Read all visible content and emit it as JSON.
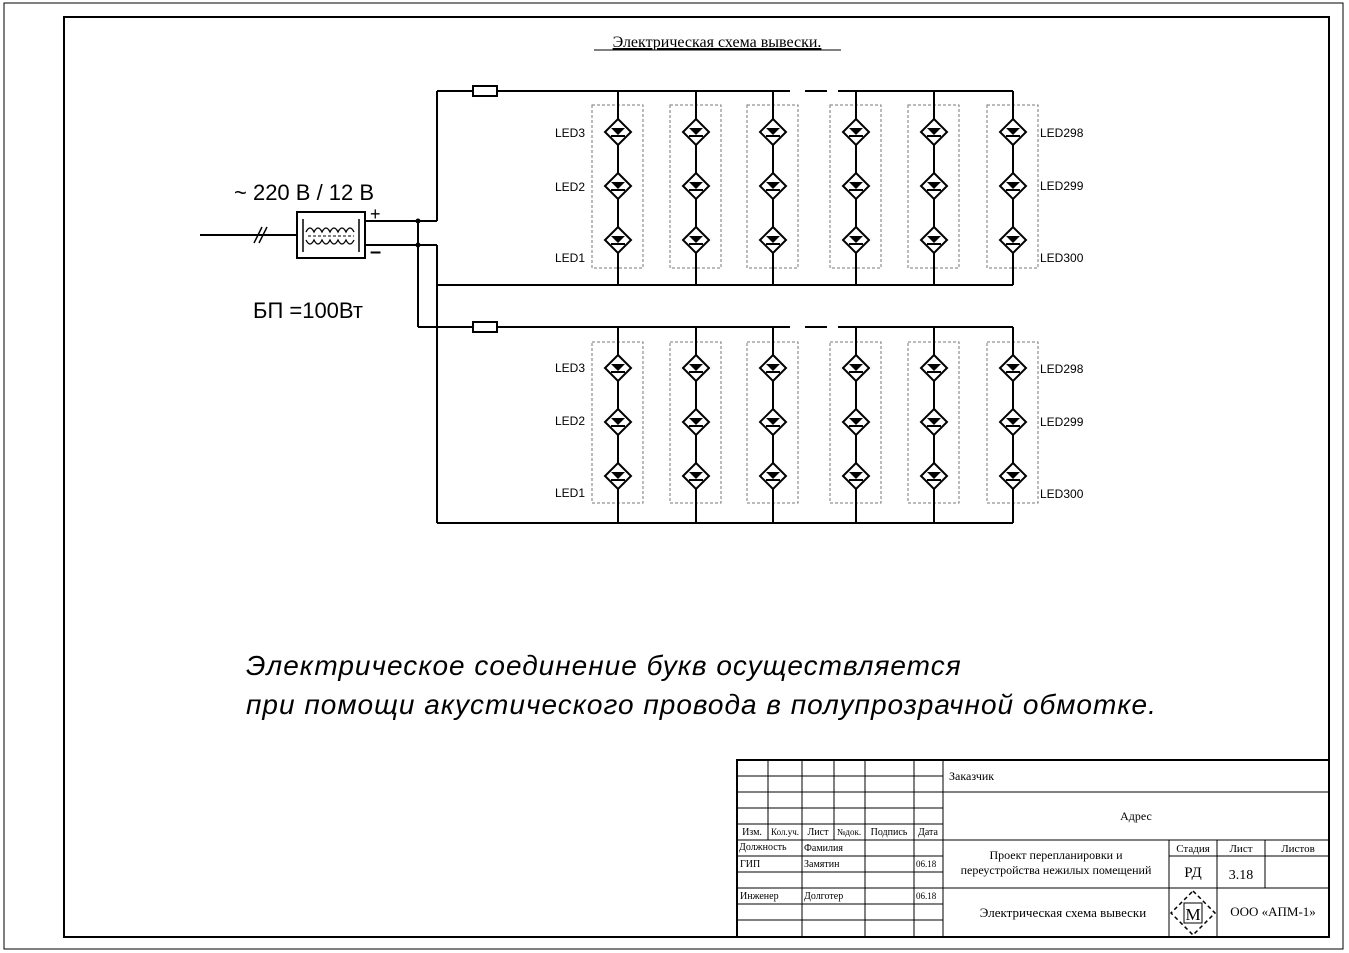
{
  "title": "Электрическая схема вывески.",
  "psu": {
    "voltage_label": "~ 220 В / 12 В",
    "plus": "+",
    "minus": "–",
    "power_label": "БП  =100Вт"
  },
  "led_groups": [
    {
      "left_labels": [
        "LED3",
        "LED2",
        "LED1"
      ],
      "right_labels": [
        "LED298",
        "LED299",
        "LED300"
      ]
    },
    {
      "left_labels": [
        "LED3",
        "LED2",
        "LED1"
      ],
      "right_labels": [
        "LED298",
        "LED299",
        "LED300"
      ]
    }
  ],
  "note": {
    "line1": "Электрическое соединение букв осуществляется",
    "line2": "при помощи акустического провода в полупрозрачной обмотке."
  },
  "title_block": {
    "customer": "Заказчик",
    "address": "Адрес",
    "col_headers": [
      "Изм.",
      "Кол.уч.",
      "Лист",
      "№док.",
      "Подпись",
      "Дата"
    ],
    "position_label": "Должность",
    "surname_label": "Фамилия",
    "rows": [
      {
        "position": "ГИП",
        "surname": "Замятин",
        "date": "06.18"
      },
      {
        "position": "Инженер",
        "surname": "Долготер",
        "date": "06.18"
      }
    ],
    "project_name_line1": "Проект перепланировки и",
    "project_name_line2": "переустройства нежилых помещений",
    "stage_label": "Стадия",
    "sheet_label": "Лист",
    "sheets_label": "Листов",
    "stage": "РД",
    "sheet": "3.18",
    "sheets": "",
    "drawing_name": "Электрическая схема вывески",
    "logo_letter": "М",
    "company": "ООО «АПМ-1»"
  }
}
